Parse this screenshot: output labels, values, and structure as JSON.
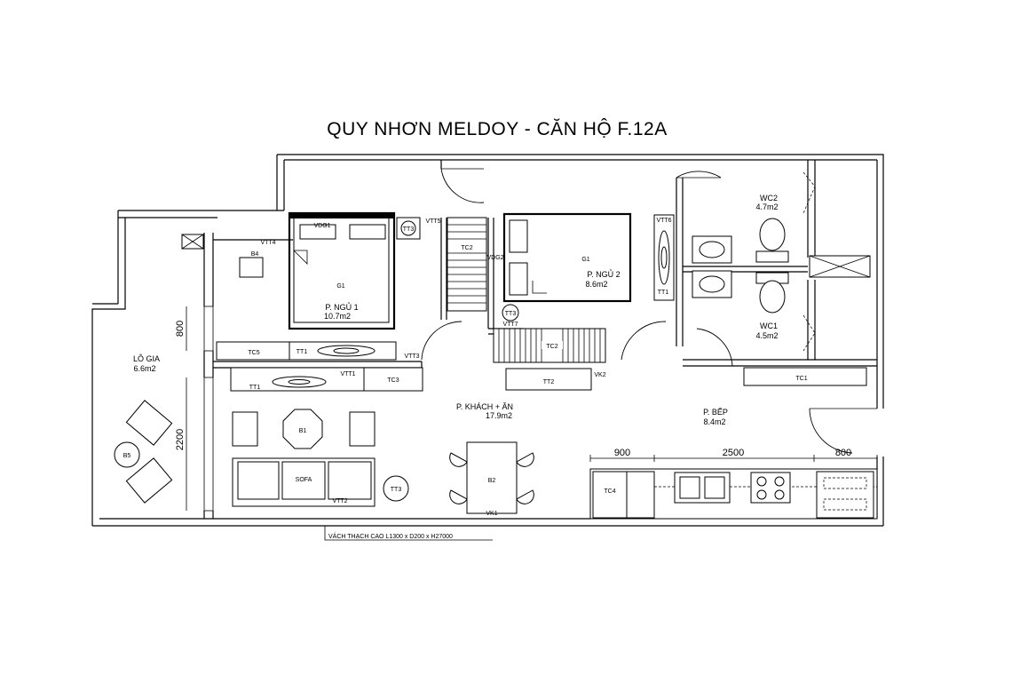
{
  "title": "QUY NHƠN MELDOY - CĂN HỘ F.12A",
  "rooms": {
    "log_gia": {
      "name": "LÔ GIA",
      "area": "6.6m2"
    },
    "bedroom1": {
      "name": "P. NGỦ 1",
      "area": "10.7m2"
    },
    "bedroom2": {
      "name": "P. NGỦ 2",
      "area": "8.6m2"
    },
    "living": {
      "name": "P. KHÁCH + ĂN",
      "area": "17.9m2"
    },
    "kitchen": {
      "name": "P. BẾP",
      "area": "8.4m2"
    },
    "wc1": {
      "name": "WC1",
      "area": "4.5m2"
    },
    "wc2": {
      "name": "WC2",
      "area": "4.7m2"
    }
  },
  "dimensions": {
    "d800_left": "800",
    "d2200": "2200",
    "d900": "900",
    "d2500": "2500",
    "d800_right": "800"
  },
  "furniture": {
    "vdg1": "VDG1",
    "tt3_a": "TT3",
    "vtt5": "VTT5",
    "vtt4": "VTT4",
    "b4": "B4",
    "g1_a": "G1",
    "tc2_a": "TC2",
    "vdg2": "VDG2",
    "g1_b": "G1",
    "vtt6": "VTT6",
    "tt1_wc": "TT1",
    "tt3_b": "TT3",
    "vtt7": "VTT7",
    "tc2_b": "TC2",
    "tc5": "TC5",
    "tt1_a": "TT1",
    "vtt3": "VTT3",
    "tt1_b": "TT1",
    "vtt1": "VTT1",
    "tc3": "TC3",
    "tt2": "TT2",
    "vk2": "VK2",
    "tc1": "TC1",
    "b1": "B1",
    "b5": "B5",
    "sofa": "SOFA",
    "tt3_c": "TT3",
    "vtt2": "VTT2",
    "b2": "B2",
    "vk1": "VK1",
    "tc4": "TC4"
  },
  "note": "VÁCH THẠCH CAO L1300 x D200 x H27000"
}
